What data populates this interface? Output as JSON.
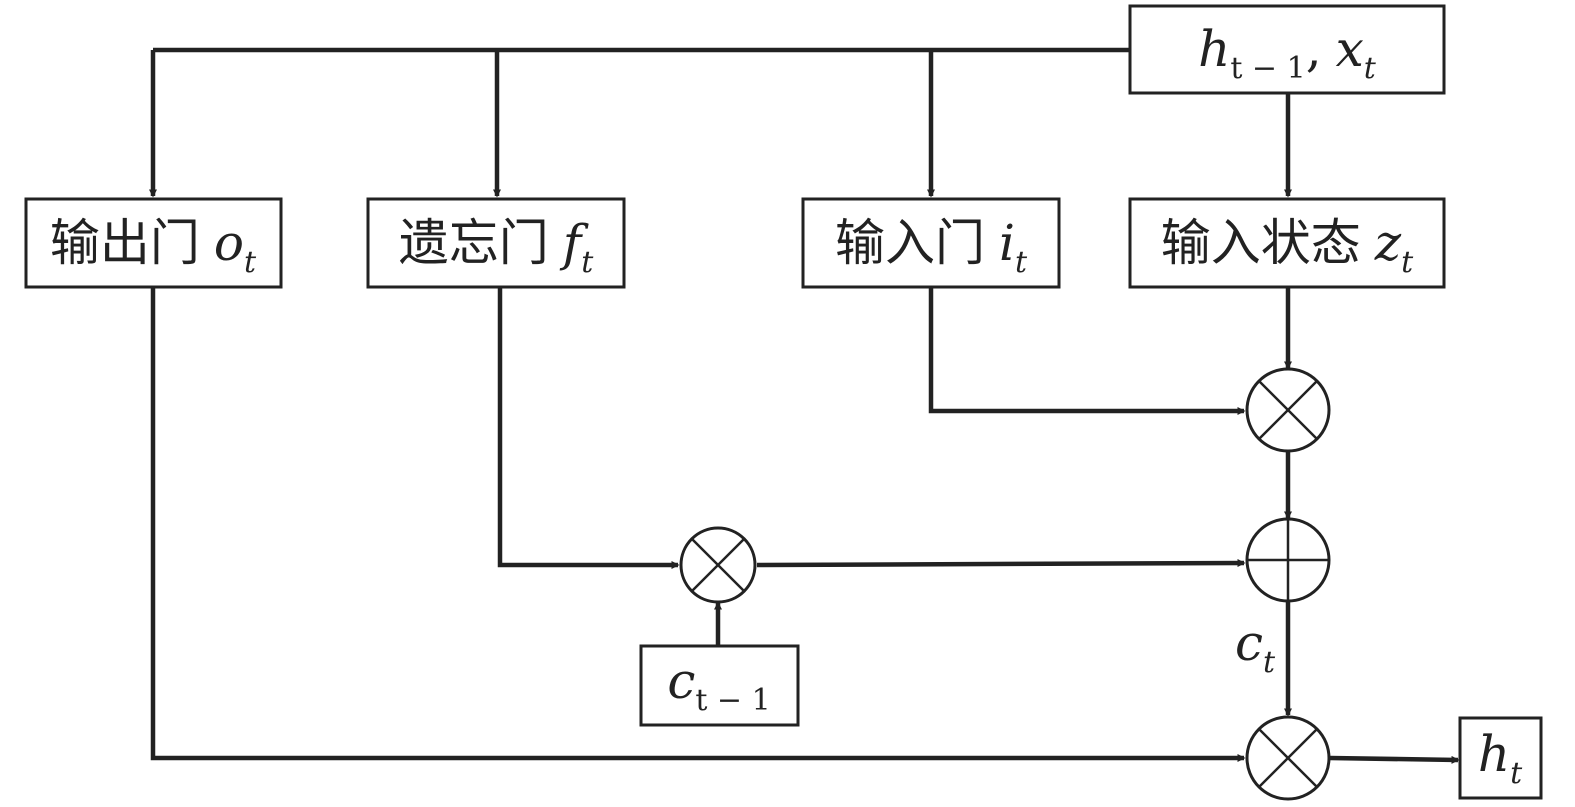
{
  "colors": {
    "stroke": "#222222",
    "background": "#ffffff"
  },
  "input_box": {
    "h": "h",
    "h_sub": "t − 1",
    "comma": ",",
    "x": "x",
    "x_sub": "t"
  },
  "gates": {
    "output": {
      "label": "输出门",
      "symbol": "o",
      "sub": "t"
    },
    "forget": {
      "label": "遗忘门",
      "symbol": "f",
      "sub": "t"
    },
    "input": {
      "label": "输入门",
      "symbol": "i",
      "sub": "t"
    },
    "state": {
      "label": "输入状态",
      "symbol": "z",
      "sub": "t"
    }
  },
  "prev_cell": {
    "symbol": "c",
    "sub": "t − 1"
  },
  "cell_state": {
    "symbol": "c",
    "sub": "t"
  },
  "output": {
    "symbol": "h",
    "sub": "t"
  },
  "operators": {
    "multiply_input": "multiply",
    "multiply_forget": "multiply",
    "add_cell": "add",
    "multiply_output": "multiply"
  }
}
